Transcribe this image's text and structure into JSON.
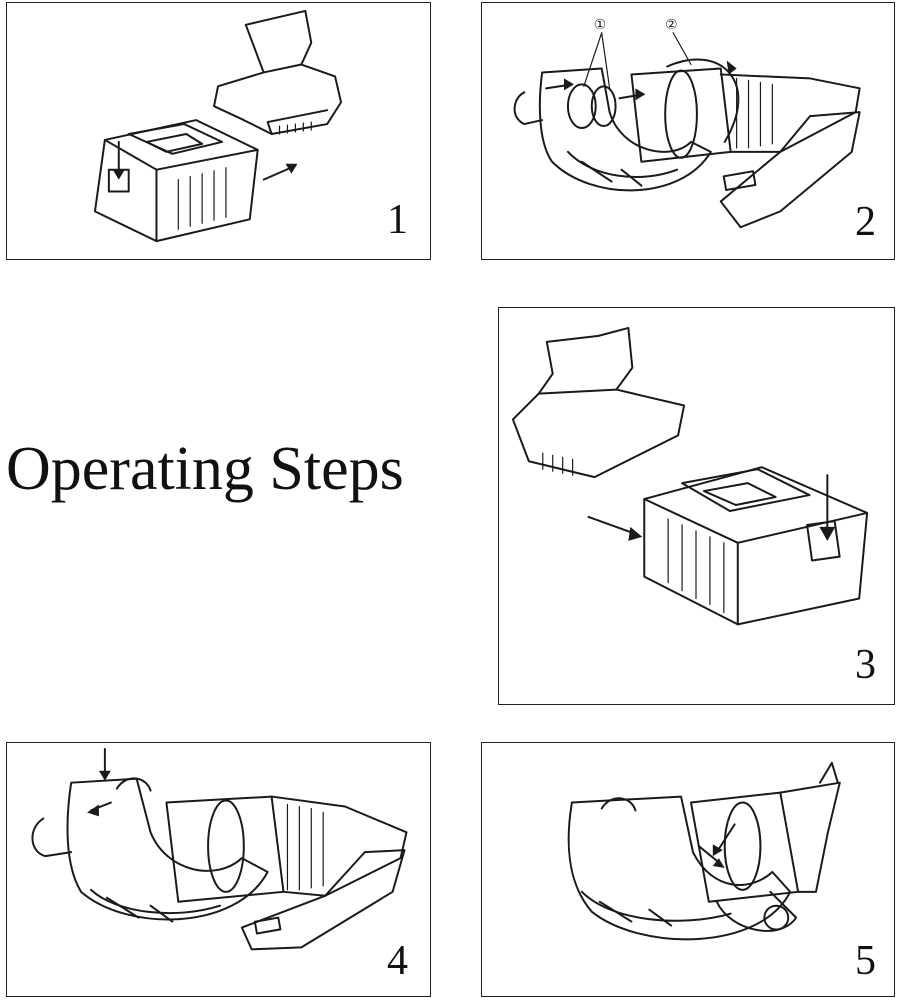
{
  "title": "Operating Steps",
  "steps": [
    {
      "number": "1"
    },
    {
      "number": "2",
      "markers": [
        "①",
        "②"
      ]
    },
    {
      "number": "3"
    },
    {
      "number": "4"
    },
    {
      "number": "5"
    }
  ]
}
